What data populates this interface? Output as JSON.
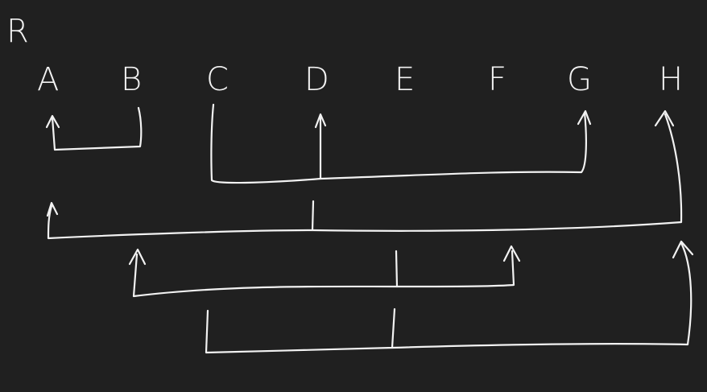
{
  "diagram": {
    "root_label": "R",
    "nodes": [
      "A",
      "B",
      "C",
      "D",
      "E",
      "F",
      "G",
      "H"
    ],
    "links": [
      {
        "from": "B",
        "to": "A"
      },
      {
        "from": "C",
        "to": [
          "D",
          "G"
        ]
      },
      {
        "from": "D",
        "to": [
          "A",
          "H"
        ]
      },
      {
        "from": "E",
        "to": [
          "B",
          "F"
        ]
      },
      {
        "from": "E",
        "to": "H"
      }
    ]
  }
}
